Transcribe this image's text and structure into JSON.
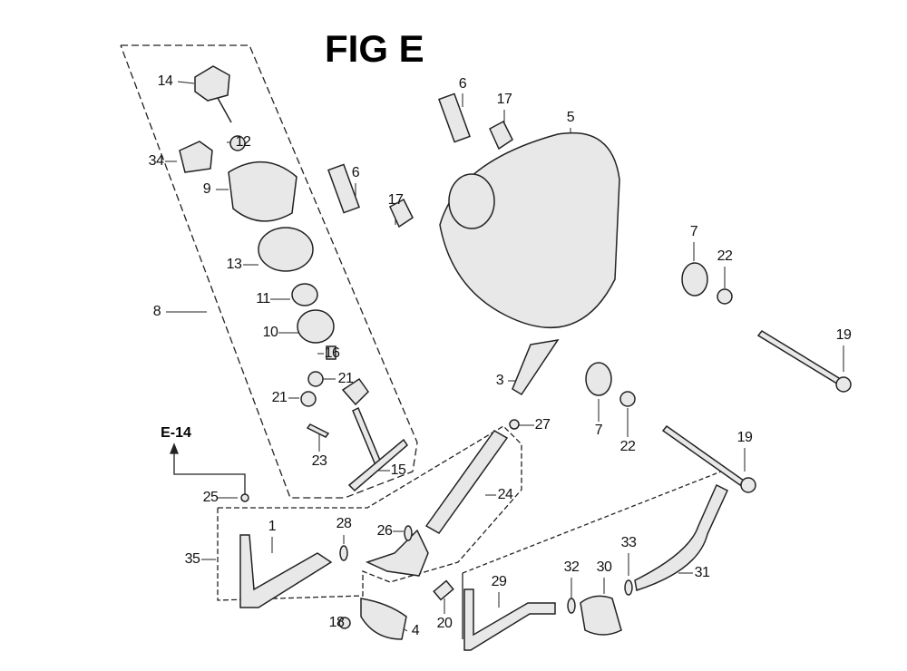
{
  "title": "FIG E",
  "reference": "E-14",
  "labels": [
    "14",
    "12",
    "34",
    "9",
    "13",
    "8",
    "11",
    "10",
    "16",
    "21",
    "21",
    "23",
    "15",
    "25",
    "1",
    "28",
    "35",
    "26",
    "24",
    "27",
    "3",
    "6",
    "17",
    "5",
    "6",
    "17",
    "7",
    "22",
    "19",
    "7",
    "22",
    "19",
    "18",
    "4",
    "20",
    "29",
    "32",
    "30",
    "33",
    "31"
  ]
}
